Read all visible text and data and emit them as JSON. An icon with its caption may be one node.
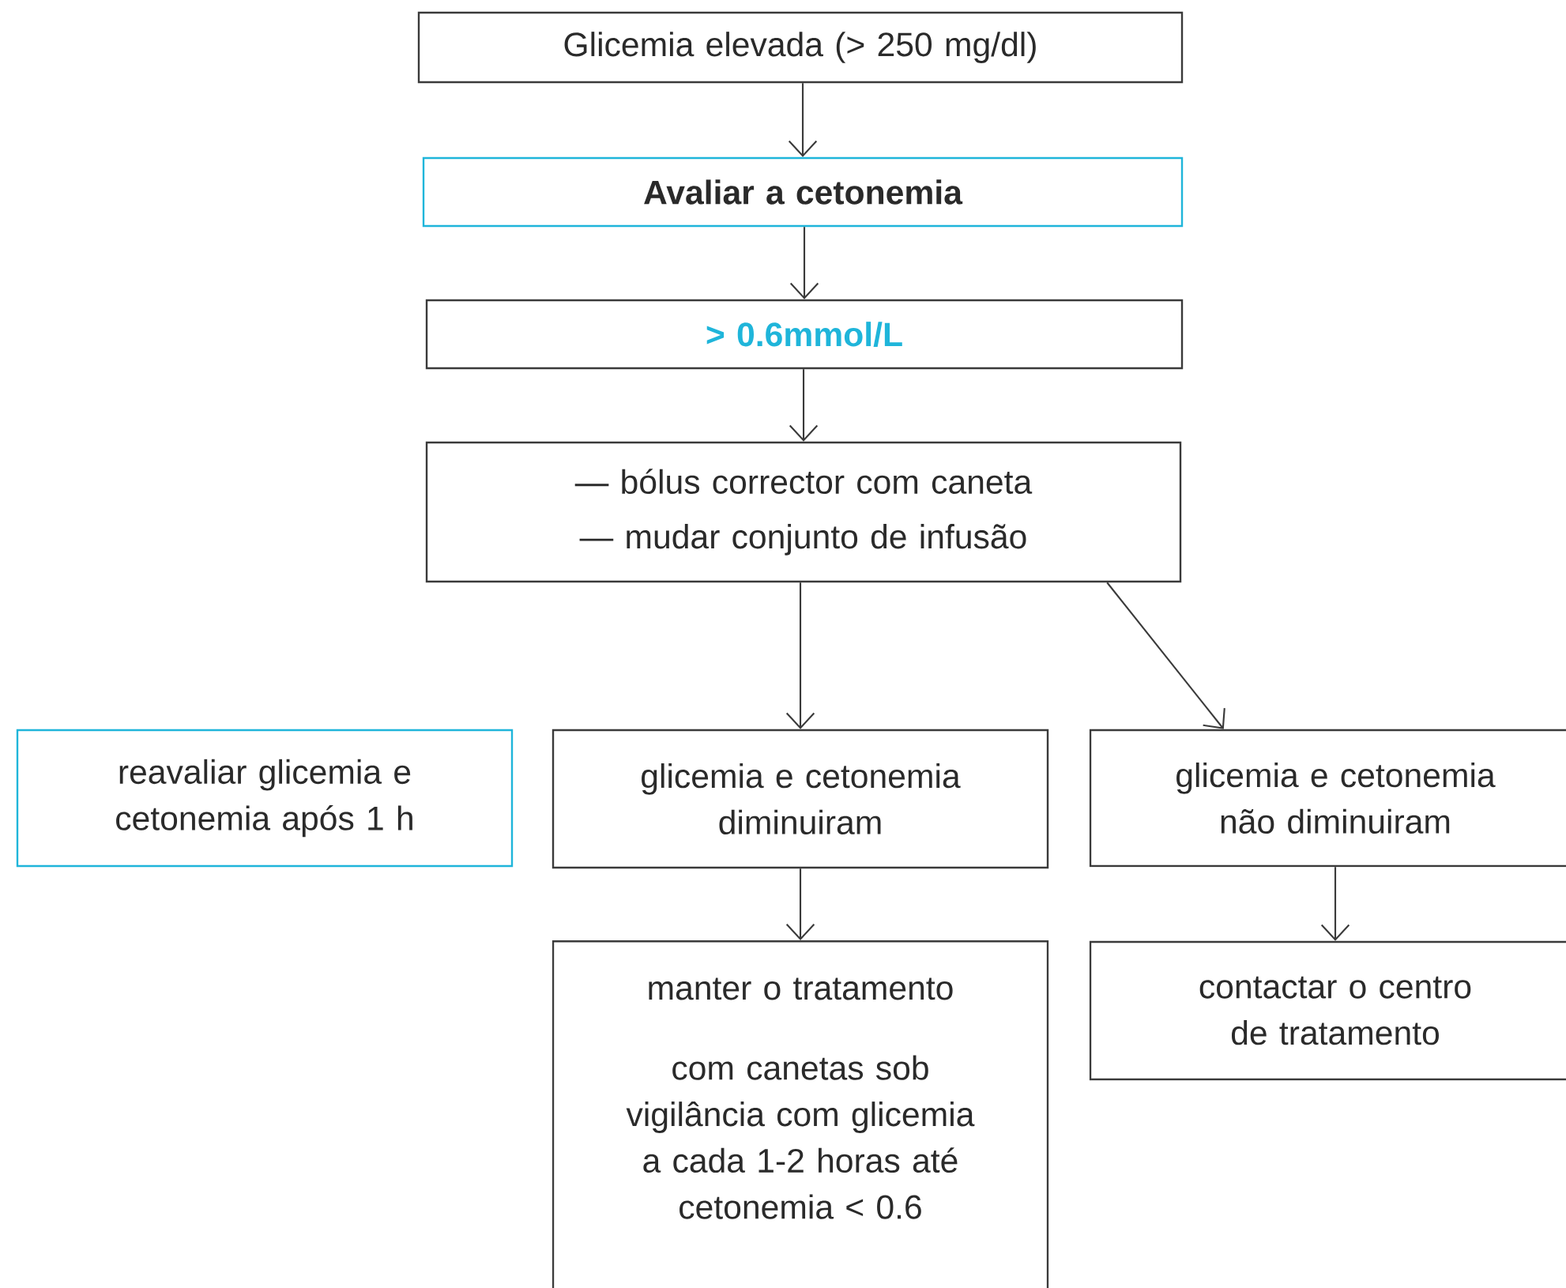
{
  "diagram": {
    "nodes": [
      {
        "text": [
          "Glicemia elevada (> 250 mg/dl)"
        ]
      },
      {
        "text": [
          "Avaliar a cetonemia"
        ]
      },
      {
        "text": [
          "> 0.6mmol/L"
        ]
      },
      {
        "text": [
          "— bólus corrector com caneta",
          "— mudar conjunto de infusão"
        ]
      },
      {
        "text": [
          "reavaliar glicemia e cetonemia após 1 h"
        ]
      },
      {
        "text": [
          "glicemia e cetonemia diminuiram"
        ]
      },
      {
        "text": [
          "glicemia e cetonemia não diminuiram"
        ]
      },
      {
        "text": [
          "manter o tratamento com canetas sob vigilância com glicemia a cada 1-2 horas até cetonemia < 0.6"
        ]
      },
      {
        "text": [
          "contactar o centro de tratamento"
        ]
      }
    ],
    "edges": [
      {
        "from": 0,
        "to": 1,
        "arrow": "to"
      },
      {
        "from": 1,
        "to": 2,
        "arrow": "to"
      },
      {
        "from": 2,
        "to": 3,
        "arrow": "to"
      },
      {
        "from": 3,
        "to": 5,
        "arrow": "to"
      },
      {
        "from": 3,
        "to": 6,
        "arrow": "to"
      },
      {
        "from": 5,
        "to": 7,
        "arrow": "to"
      },
      {
        "from": 6,
        "to": 8,
        "arrow": "to"
      }
    ]
  }
}
